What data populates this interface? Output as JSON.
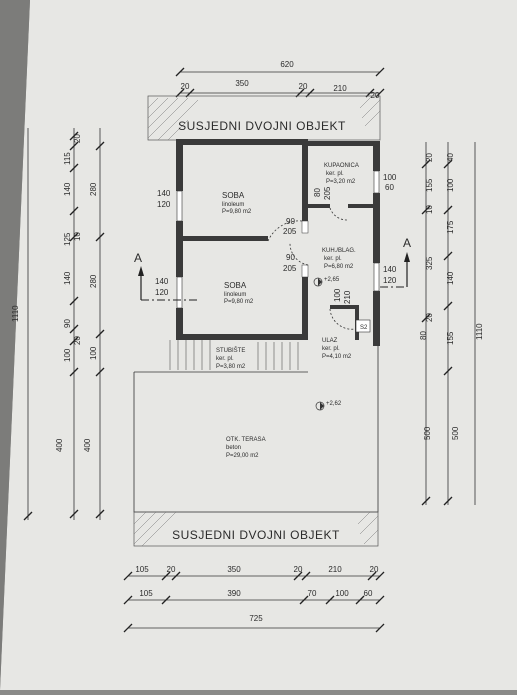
{
  "neighbors": {
    "top": "SUSJEDNI DVOJNI OBJEKT",
    "bottom": "SUSJEDNI DVOJNI OBJEKT"
  },
  "rooms": {
    "soba1": {
      "name": "SOBA",
      "floor": "linoleum",
      "area": "P=9,80 m2"
    },
    "soba2": {
      "name": "SOBA",
      "floor": "linoleum",
      "area": "P=9,80 m2"
    },
    "kupaonica": {
      "name": "KUPAONICA",
      "floor": "ker. pl.",
      "area": "P=3,20 m2"
    },
    "kuhinja": {
      "name": "KUH./BLAG.",
      "floor": "ker. pl.",
      "area": "P=6,80 m2"
    },
    "ulaz": {
      "name": "ULAZ",
      "floor": "ker. pl.",
      "area": "P=4,10 m2"
    },
    "stubiste": {
      "name": "STUBIŠTE",
      "floor": "ker. pl.",
      "area": "P=3,80 m2"
    },
    "terasa": {
      "name": "OTK. TERASA",
      "floor": "beton",
      "area": "P=29,00 m2"
    }
  },
  "levels": {
    "l1": "+2,65",
    "l2": "+2,62"
  },
  "section": {
    "left": "A",
    "right": "A"
  },
  "stair_tag": "S2",
  "openings": {
    "w1_top": "140",
    "w1_bot": "120",
    "w2_top": "140",
    "w2_bot": "120",
    "d1_top": "90",
    "d1_bot": "205",
    "d2_top": "90",
    "d2_bot": "205",
    "kup_top": "100",
    "kup_bot": "60",
    "kup_door_top": "80",
    "kup_door_bot": "205",
    "kuh_top": "140",
    "kuh_bot": "120",
    "ulaz_top": "100",
    "ulaz_bot": "210"
  },
  "dims": {
    "top_total": "620",
    "top_segments": [
      "20",
      "350",
      "20",
      "210",
      "20"
    ],
    "bottom_row1": [
      "105",
      "20",
      "350",
      "20",
      "210",
      "20"
    ],
    "bottom_row2": [
      "105",
      "390",
      "70",
      "100",
      "60"
    ],
    "bottom_total": "725",
    "left_total": "1110",
    "left_col2": [
      "20",
      "115",
      "140",
      "125",
      "10",
      "140",
      "90",
      "20",
      "100",
      "400"
    ],
    "left_col3": [
      "280",
      "280",
      "100",
      "400"
    ],
    "right_col1": [
      "20",
      "155",
      "100",
      "10",
      "20",
      "80"
    ],
    "right_col2": [
      "40",
      "175",
      "140",
      "155",
      "500"
    ],
    "right_col3": [
      "325",
      "500"
    ],
    "right_total": "1110"
  }
}
